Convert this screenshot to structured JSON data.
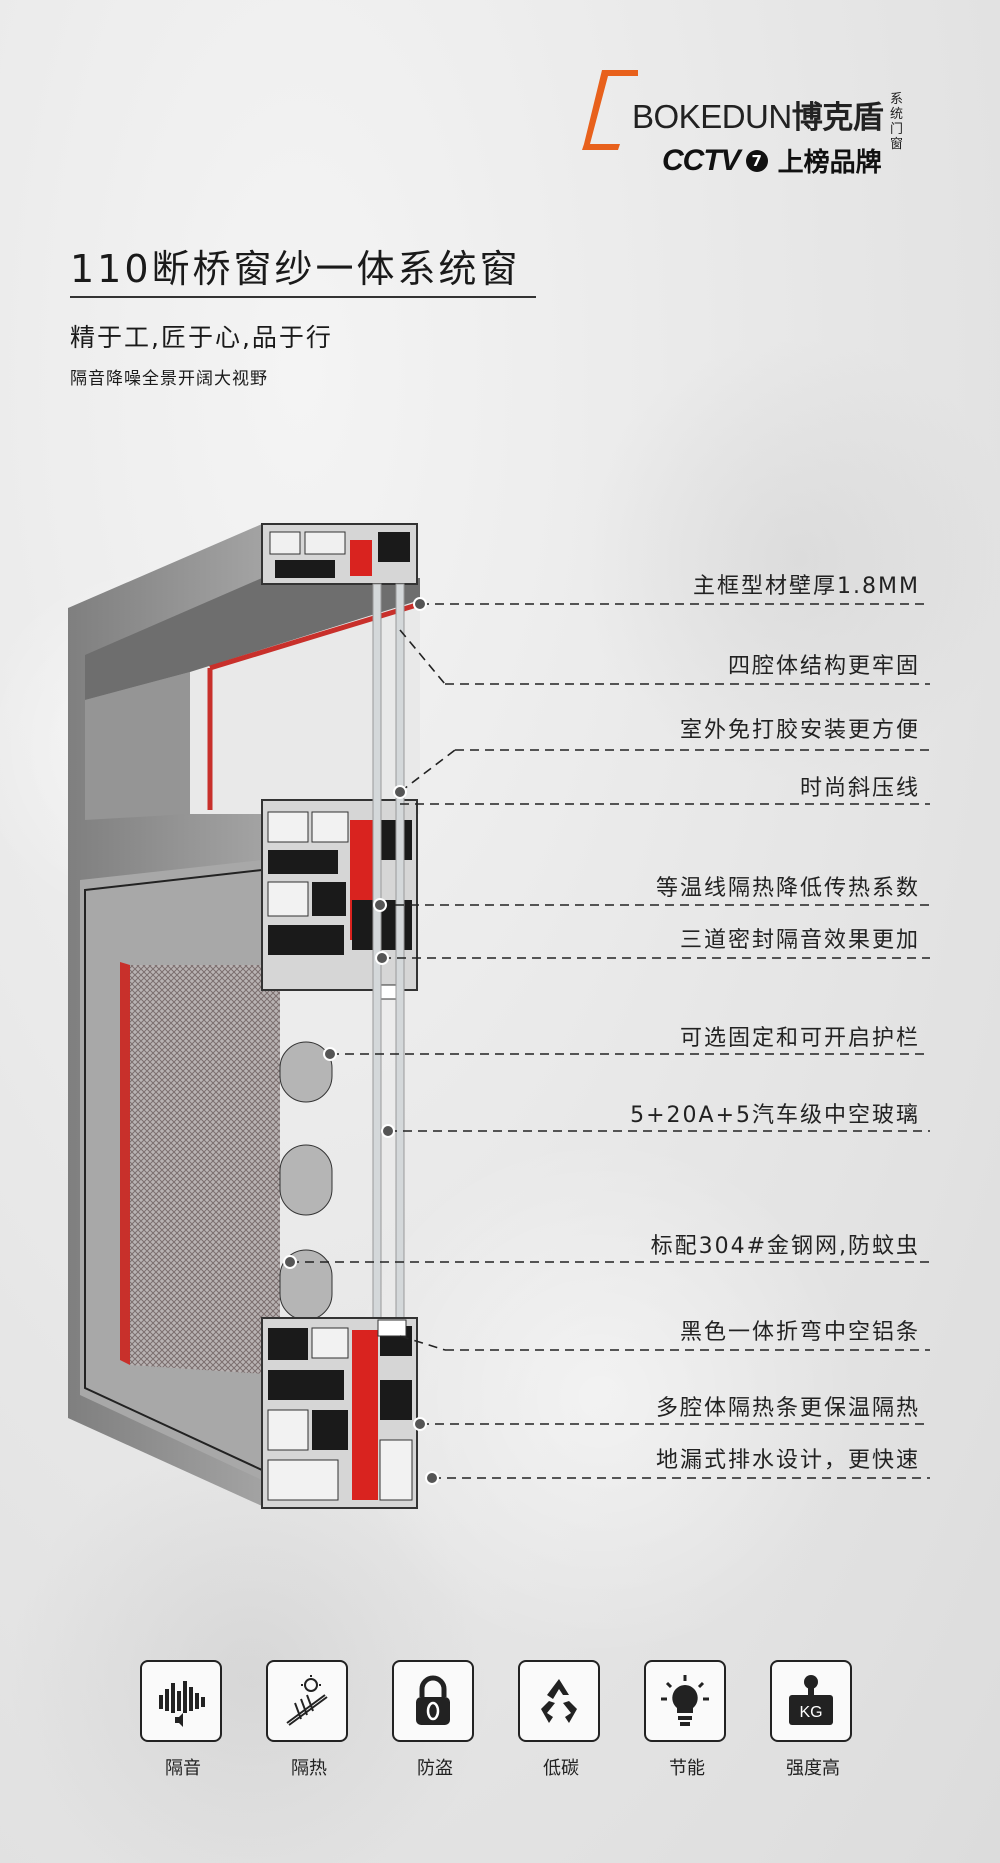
{
  "brand": {
    "name_latin": "BOKEDUN",
    "name_cn": "博克盾",
    "sub": "系统门窗",
    "cctv": "CCTV",
    "cctv_channel": "7",
    "cctv_text": "上榜品牌",
    "accent_color": "#e8611c"
  },
  "header": {
    "title": "110断桥窗纱一体系统窗",
    "slogan": "精于工,匠于心,品于行",
    "description": "隔音降噪全景开阔大视野"
  },
  "features": [
    "主框型材壁厚1.8MM",
    "四腔体结构更牢固",
    "室外免打胶安装更方便",
    "时尚斜压线",
    "等温线隔热降低传热系数",
    "三道密封隔音效果更加",
    "可选固定和可开启护栏",
    "5+20A+5汽车级中空玻璃",
    "标配304#金钢网,防蚊虫",
    "黑色一体折弯中空铝条",
    "多腔体隔热条更保温隔热",
    "地漏式排水设计，更快速"
  ],
  "icons": [
    {
      "label": "隔音",
      "icon": "sound-insulation-icon"
    },
    {
      "label": "隔热",
      "icon": "heat-insulation-icon"
    },
    {
      "label": "防盗",
      "icon": "lock-icon"
    },
    {
      "label": "低碳",
      "icon": "recycle-icon"
    },
    {
      "label": "节能",
      "icon": "bulb-icon"
    },
    {
      "label": "强度高",
      "icon": "weight-icon",
      "badge": "KG"
    }
  ],
  "colors": {
    "profile_gray": "#8e8e8e",
    "thermal_break_red": "#d9231f",
    "dark": "#1a1a1a"
  }
}
